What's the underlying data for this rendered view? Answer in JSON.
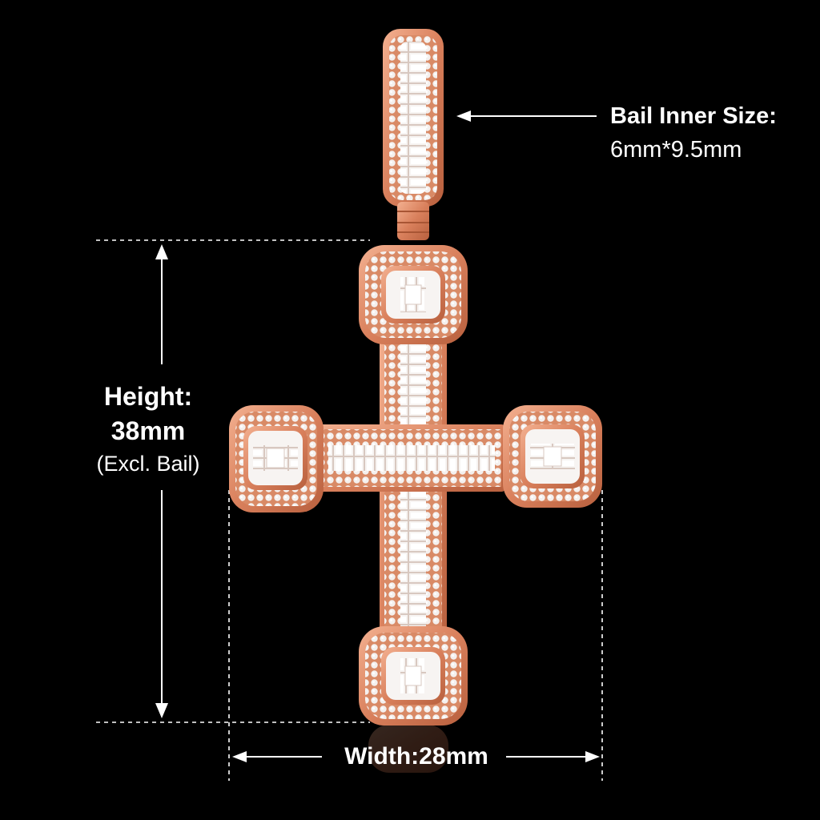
{
  "bail": {
    "title": "Bail Inner Size:",
    "value": "6mm*9.5mm"
  },
  "height": {
    "title": "Height:",
    "value": "38mm",
    "note": "(Excl. Bail)"
  },
  "width": {
    "label": "Width:28mm"
  },
  "colors": {
    "background": "#000000",
    "metal": "#e8906b",
    "stone": "#ffffff",
    "text": "#ffffff"
  }
}
